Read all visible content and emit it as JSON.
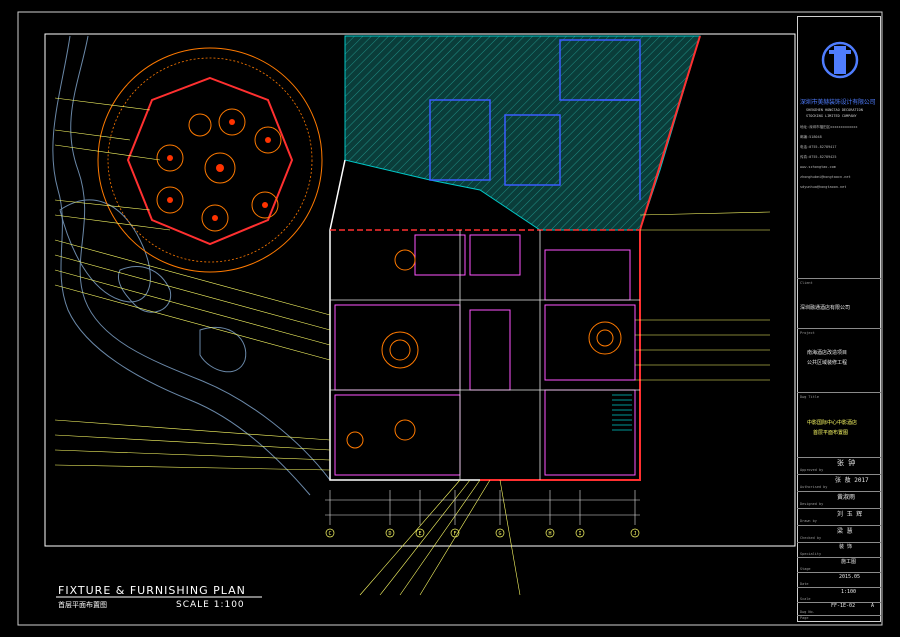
{
  "drawing": {
    "title": "FIXTURE & FURNISHING PLAN",
    "subtitle": "首层平面布置图",
    "scale": "SCALE 1:100",
    "grid_labels": [
      "C",
      "D",
      "E",
      "F",
      "G",
      "H",
      "I",
      "J"
    ]
  },
  "title_block": {
    "company_cn": "深圳市美赫装饰设计有限公司",
    "company_en_1": "SHENZHEN HONGTAO DECORATION",
    "company_en_2": "STOCKING LIMITED COMPANY",
    "contacts": [
      "地址:深圳市福田区xxxxxxxxxxxxx",
      "邮编:518048",
      "电话:0755-82789417",
      "传真:0755-82789425",
      "www.szhongtao.com",
      "zhonghubei@hongtaocn.net",
      "sdyunhua@hongtaoon.net"
    ],
    "client_label": "Client",
    "client_value": "深圳融通酒店有限公司",
    "project_label": "Project",
    "project_value_1": "南海酒店改造项目",
    "project_value_2": "公共区域装修工程",
    "drawing_name_label": "Dwg Title",
    "drawing_name_1": "中影国际中心中影酒店",
    "drawing_name_2": "首层平面布置图",
    "approved_label": "Approved by",
    "approved_sig": "张 钟",
    "authorised_label": "Authorised by",
    "authorised_sig": "张 敖 2017",
    "designed_label": "Designed by",
    "designed_sig": "黄淑雨",
    "drawn_label": "Drawn by",
    "drawn_sig": "刘 玉 辉",
    "checked_label": "Checked by",
    "checked_sig": "梁 慧",
    "specialty_label": "Speciality",
    "specialty_value": "装 饰",
    "stage_label": "Stage",
    "stage_value": "施工图",
    "date_label": "Date",
    "date_value": "2015.05",
    "scale_label": "Scale",
    "scale_value": "1:100",
    "dwgno_label": "Dwg No.",
    "dwgno_value": "FF-1E-02",
    "rev_value": "A",
    "page_label": "Page"
  }
}
